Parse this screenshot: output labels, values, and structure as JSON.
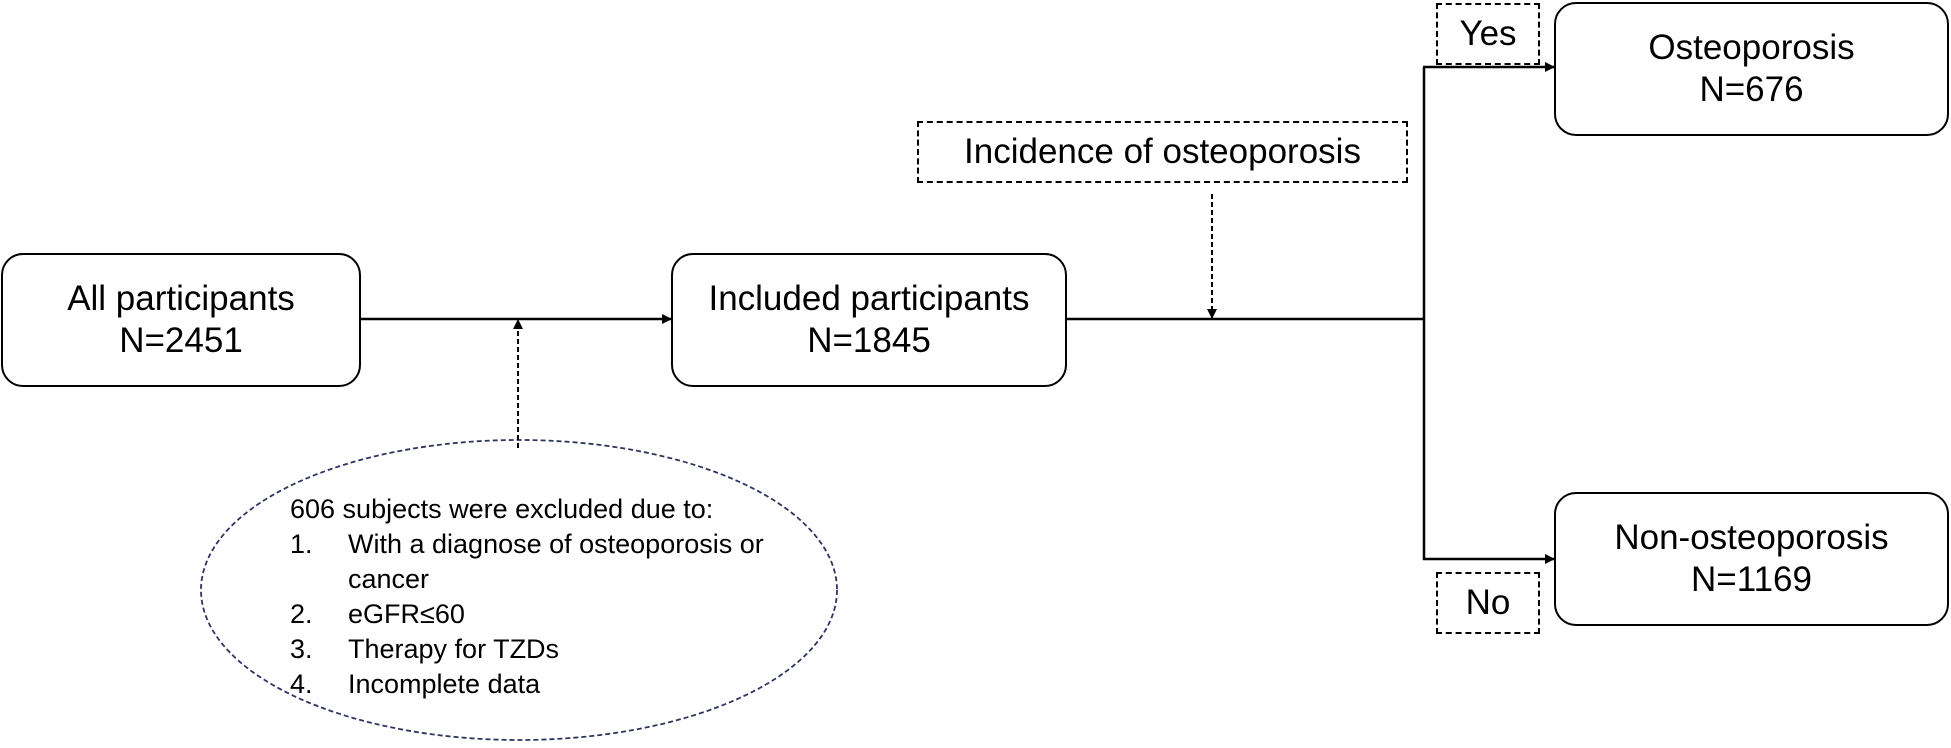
{
  "boxes": {
    "all": {
      "title": "All participants",
      "n": "N=2451"
    },
    "included": {
      "title": "Included participants",
      "n": "N=1845"
    },
    "osteoporosis": {
      "title": "Osteoporosis",
      "n": "N=676"
    },
    "non_osteoporosis": {
      "title": "Non-osteoporosis",
      "n": "N=1169"
    }
  },
  "incidence_label": "Incidence of osteoporosis",
  "branches": {
    "yes": "Yes",
    "no": "No"
  },
  "exclusion": {
    "intro": "606 subjects were excluded due to:",
    "items": [
      {
        "num": "1.",
        "text": "With a diagnose of osteoporosis or cancer"
      },
      {
        "num": "2.",
        "text": "eGFR≤60"
      },
      {
        "num": "3.",
        "text": "Therapy for TZDs"
      },
      {
        "num": "4.",
        "text": "Incomplete data"
      }
    ]
  },
  "colors": {
    "line": "#000000",
    "ellipse_border": "#2f3560"
  }
}
